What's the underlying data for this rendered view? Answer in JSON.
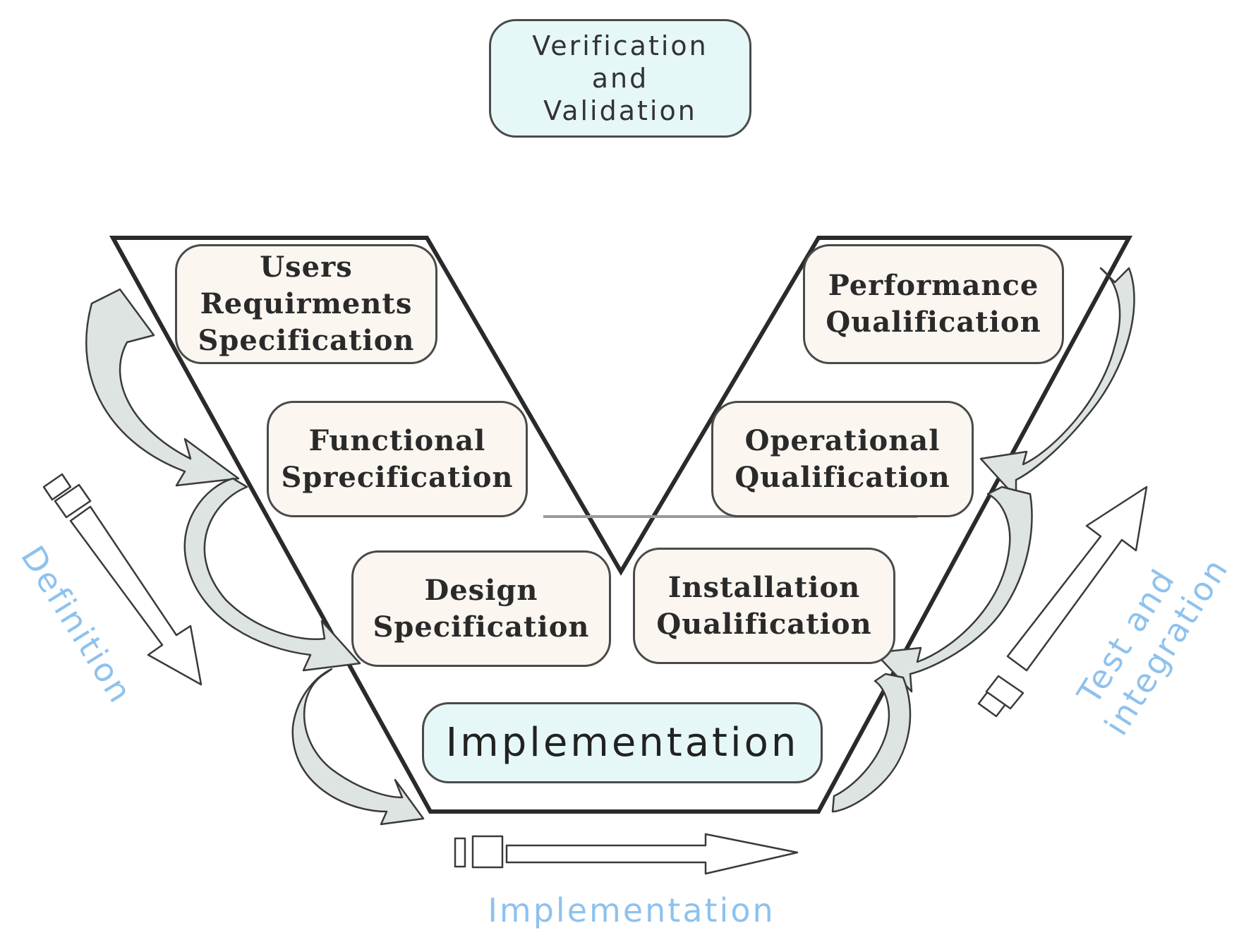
{
  "header": {
    "lines": [
      "Verification",
      "and",
      "Validation"
    ]
  },
  "left_branch": [
    {
      "lines": [
        "Users",
        "Requirments",
        "Specification"
      ]
    },
    {
      "lines": [
        "Functional",
        "Sprecification"
      ]
    },
    {
      "lines": [
        "Design",
        "Specification"
      ]
    }
  ],
  "right_branch": [
    {
      "lines": [
        "Performance",
        "Qualification"
      ]
    },
    {
      "lines": [
        "Operational",
        "Qualification"
      ]
    },
    {
      "lines": [
        "Installation",
        "Qualification"
      ]
    }
  ],
  "bottom": {
    "label": "Implementation"
  },
  "phase_labels": {
    "definition": "Definition",
    "test_integration": [
      "Test and",
      "integration"
    ],
    "implementation": "Implementation"
  },
  "colors": {
    "spec_box_fill": "#fcf6f1",
    "header_box_fill": "#e6f7f7",
    "phase_label": "#8ec2ee",
    "arrow_fill": "#dde4e2",
    "outline": "#2a2a2a"
  }
}
